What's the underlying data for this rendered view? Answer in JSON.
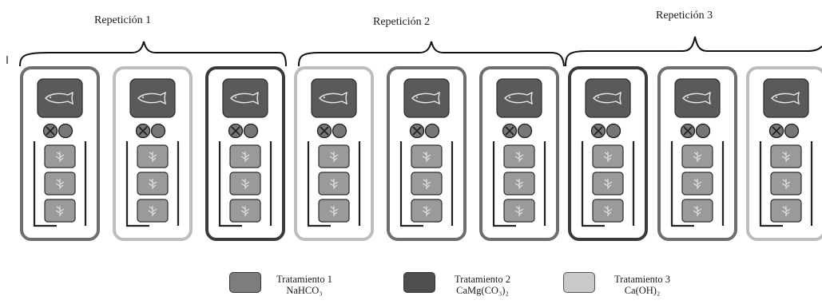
{
  "repetitions": [
    {
      "label": "Repetición 1"
    },
    {
      "label": "Repetición 2"
    },
    {
      "label": "Repetición 3"
    }
  ],
  "units": [
    {
      "treatment": 1
    },
    {
      "treatment": 3
    },
    {
      "treatment": 2
    },
    {
      "treatment": 3
    },
    {
      "treatment": 1
    },
    {
      "treatment": 1
    },
    {
      "treatment": 2
    },
    {
      "treatment": 1
    },
    {
      "treatment": 3
    }
  ],
  "treatments": [
    {
      "id": 1,
      "name": "Tratamiento 1",
      "compound": "NaHCO₃",
      "color": "#7d7d7d",
      "border": "#6e6e6e"
    },
    {
      "id": 2,
      "name": "Tratamiento 2",
      "compound": "CaMg(CO₃)₂",
      "color": "#4e4e4e",
      "border": "#3a3a3a"
    },
    {
      "id": 3,
      "name": "Tratamiento 3",
      "compound": "Ca(OH)₂",
      "color": "#c9c9c9",
      "border": "#bdbdbd"
    }
  ],
  "colors": {
    "fish_box": "#5a5a5a",
    "plant_box": "#9a9a9a",
    "circle_fill": "#777777",
    "line": "#222222"
  }
}
